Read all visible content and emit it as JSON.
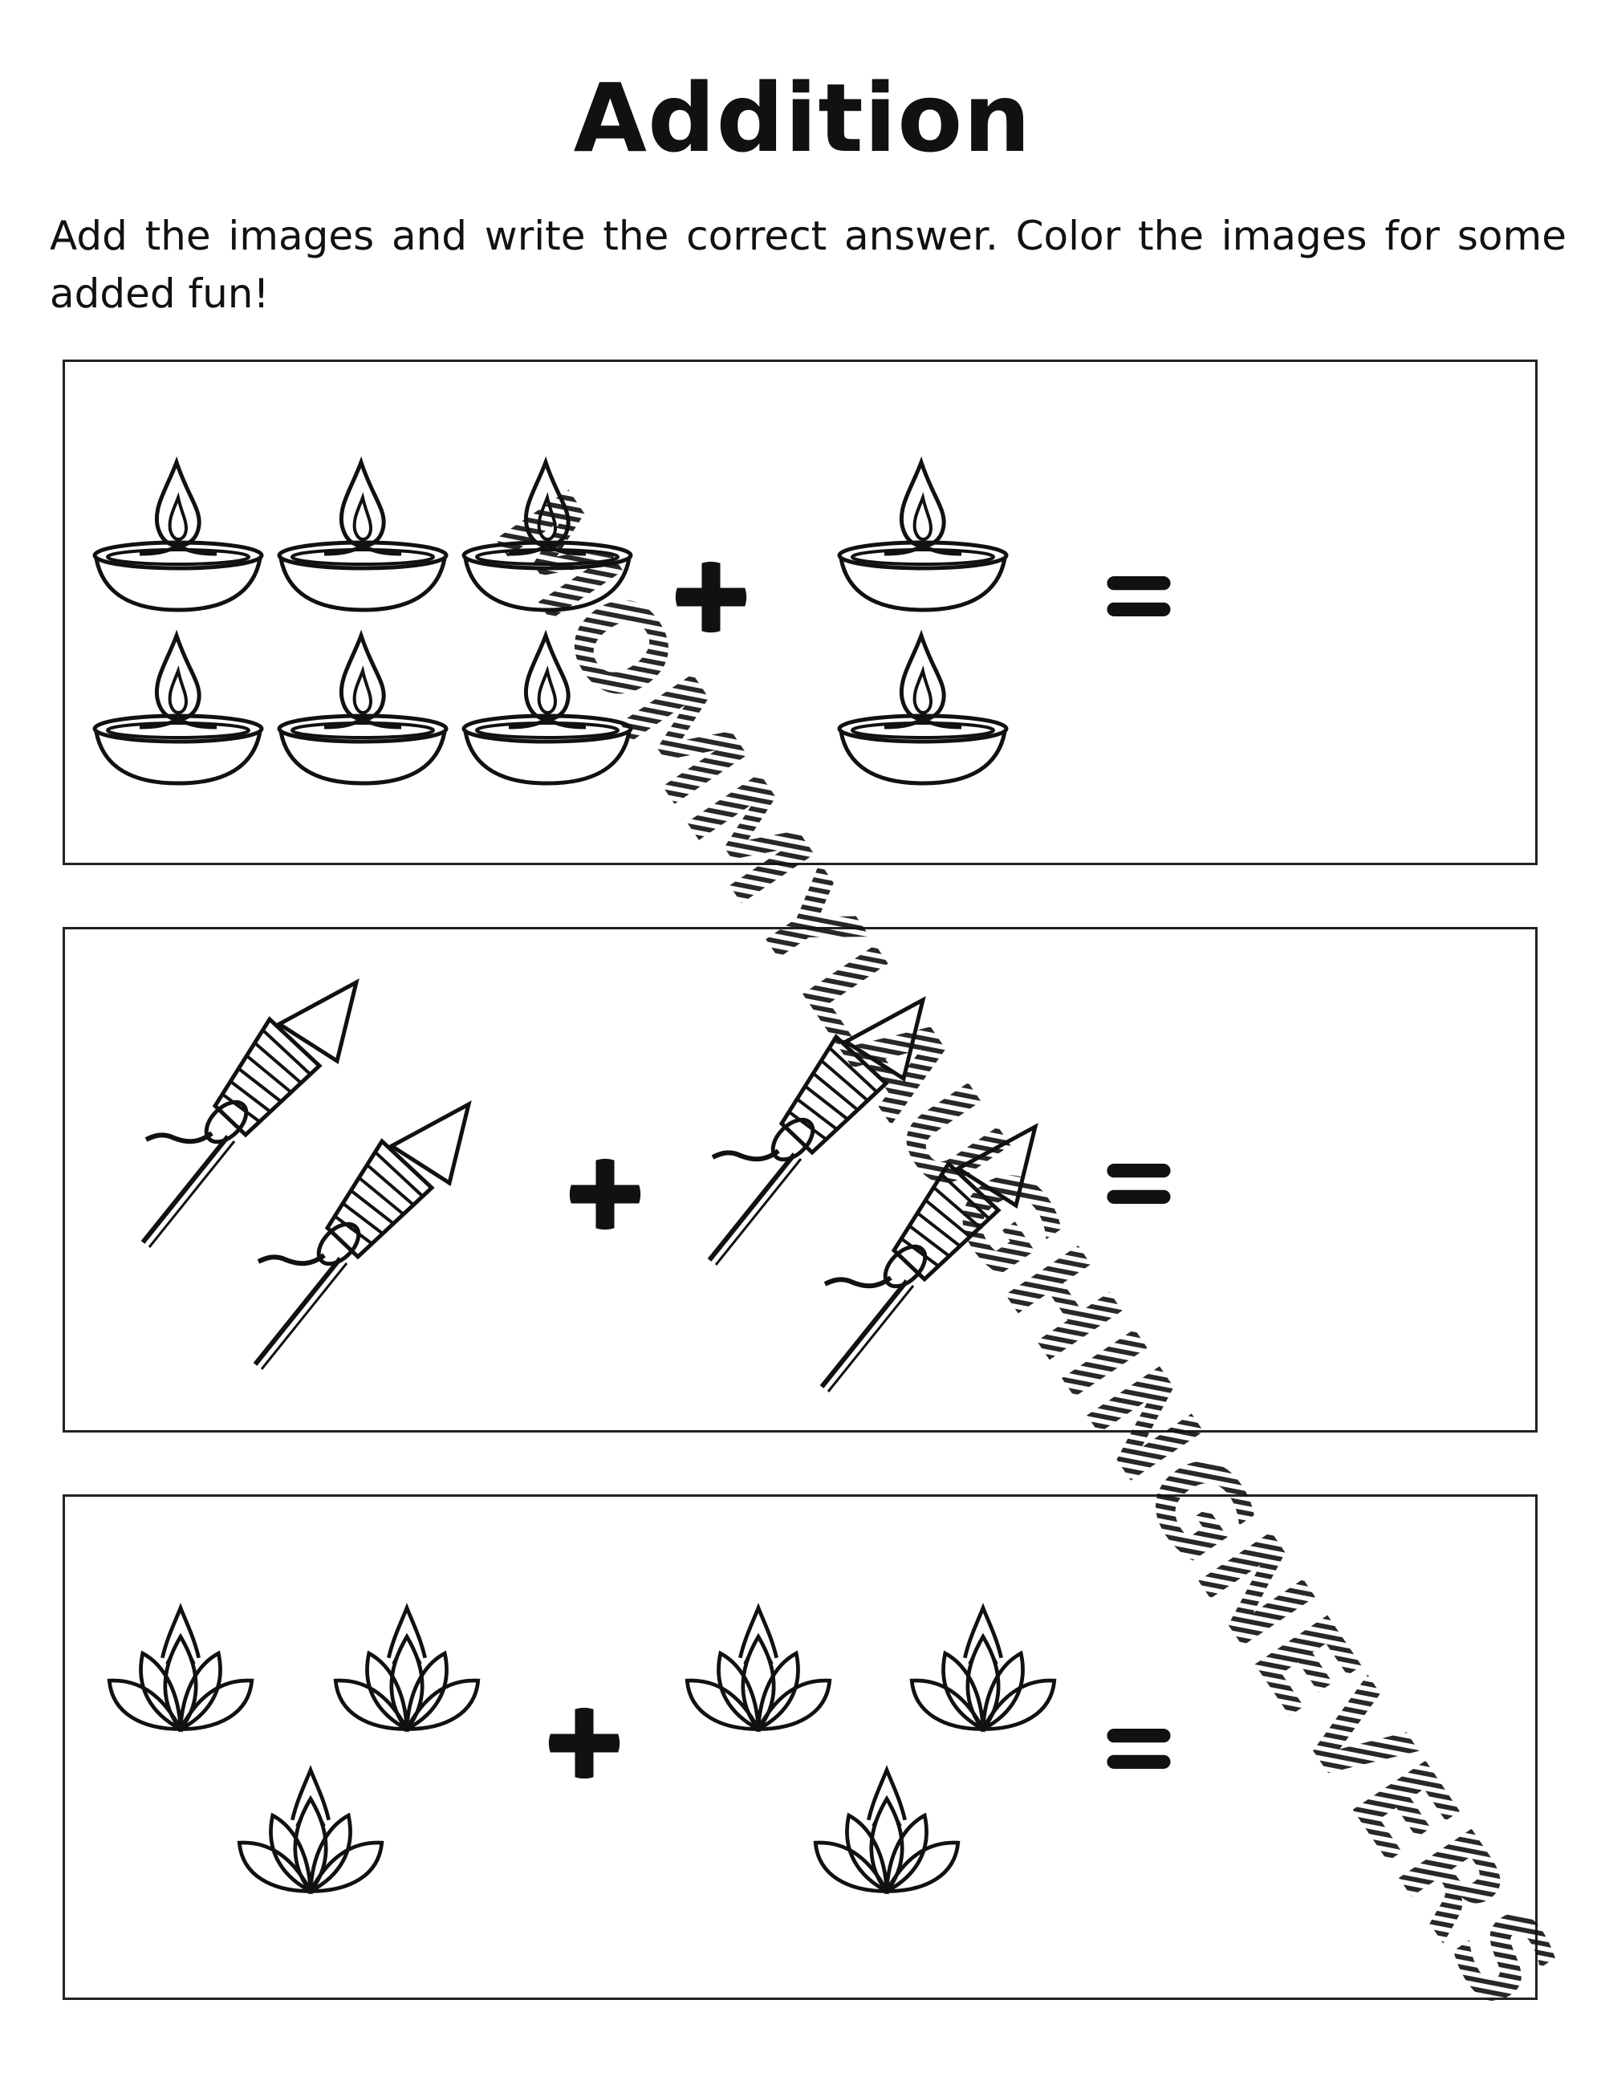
{
  "worksheet": {
    "title": "Addition",
    "instructions": "Add the images and write the correct answer. Color the images for some added fun!",
    "problems": [
      {
        "item": "diya-lamp",
        "left_count": 6,
        "right_count": 2
      },
      {
        "item": "firework-rocket",
        "left_count": 2,
        "right_count": 2
      },
      {
        "item": "lotus-flower",
        "left_count": 3,
        "right_count": 3
      }
    ],
    "operators": {
      "plus": "+",
      "equals": "="
    }
  },
  "watermark": {
    "text": "MOMMYLAUGHINGNEVERS"
  }
}
